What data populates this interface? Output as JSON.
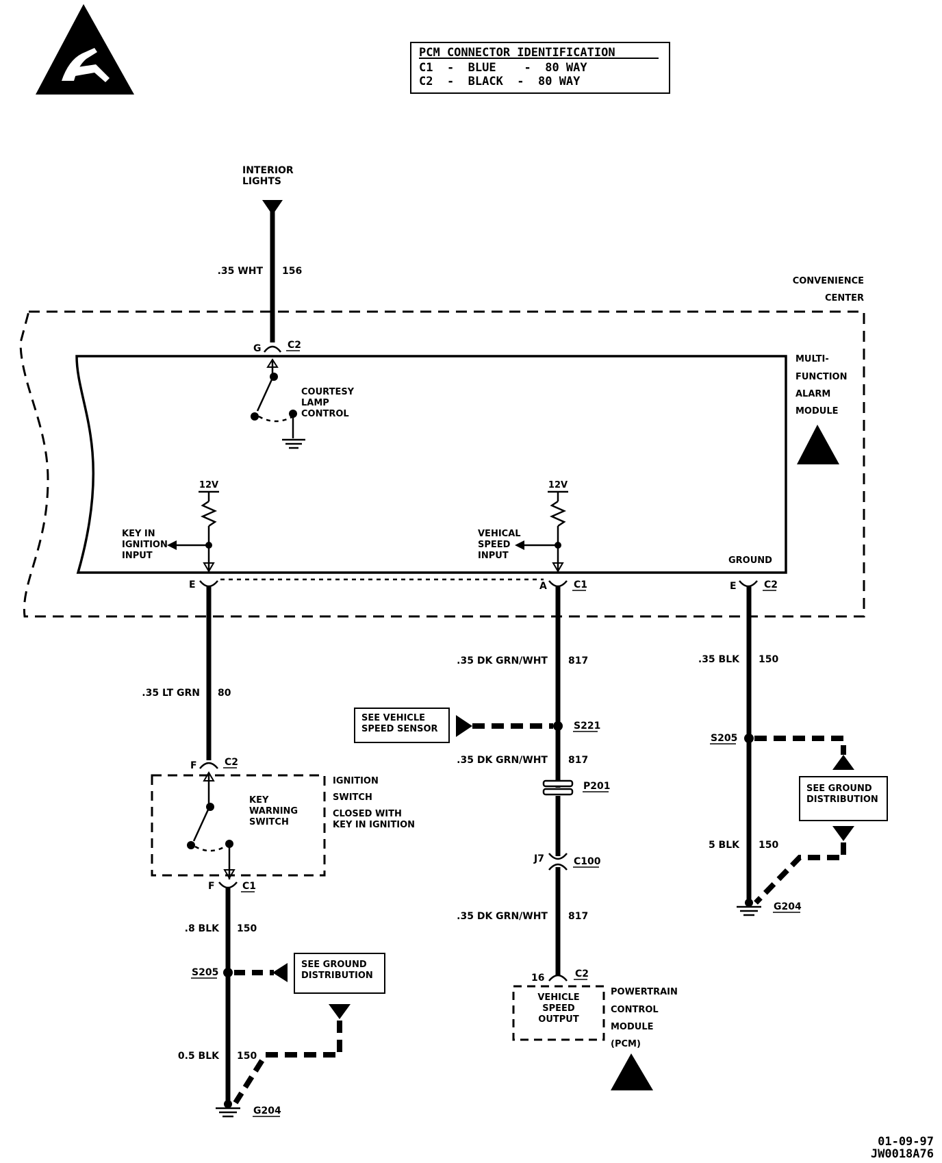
{
  "pcm_table": {
    "title": "PCM CONNECTOR IDENTIFICATION",
    "row1": "C1  -  BLUE    -  80 WAY",
    "row2": "C2  -  BLACK  -  80 WAY"
  },
  "top": {
    "interior_lights_1": "INTERIOR",
    "interior_lights_2": "LIGHTS",
    "wire_top_gauge": ".35 WHT",
    "wire_top_circuit": "156"
  },
  "convenience_center_1": "CONVENIENCE",
  "convenience_center_2": "CENTER",
  "module": {
    "name_1": "MULTI-",
    "name_2": "FUNCTION",
    "name_3": "ALARM",
    "name_4": "MODULE",
    "pin_g": "G",
    "conn_c2_top": "C2",
    "courtesy_1": "COURTESY",
    "courtesy_2": "LAMP",
    "courtesy_3": "CONTROL",
    "v12_left": "12V",
    "v12_mid": "12V",
    "key_in_1": "KEY IN",
    "key_in_2": "IGNITION",
    "key_in_3": "INPUT",
    "veh_1": "VEHICAL",
    "veh_2": "SPEED",
    "veh_3": "INPUT",
    "ground": "GROUND",
    "pin_e_left": "E",
    "pin_a": "A",
    "conn_c1_mid": "C1",
    "pin_e_right": "E",
    "conn_c2_right": "C2"
  },
  "left_branch": {
    "wire1_gauge": ".35 LT GRN",
    "wire1_circuit": "80",
    "pin_f_top": "F",
    "conn_c2": "C2",
    "key_warning_1": "KEY",
    "key_warning_2": "WARNING",
    "key_warning_3": "SWITCH",
    "ign_1": "IGNITION",
    "ign_2": "SWITCH",
    "ign_3": "CLOSED WITH",
    "ign_4": "KEY IN IGNITION",
    "pin_f_bottom": "F",
    "conn_c1": "C1",
    "wire2_gauge": ".8 BLK",
    "wire2_circuit": "150",
    "splice": "S205",
    "see_ground_1": "SEE GROUND",
    "see_ground_2": "DISTRIBUTION",
    "wire3_gauge": "0.5 BLK",
    "wire3_circuit": "150",
    "ground_label": "G204"
  },
  "mid_branch": {
    "wire1_gauge": ".35 DK GRN/WHT",
    "wire1_circuit": "817",
    "see_vss_1": "SEE VEHICLE",
    "see_vss_2": "SPEED SENSOR",
    "splice": "S221",
    "wire2_gauge": ".35 DK GRN/WHT",
    "wire2_circuit": "817",
    "p201": "P201",
    "pin_j7": "J7",
    "c100": "C100",
    "wire3_gauge": ".35 DK GRN/WHT",
    "wire3_circuit": "817",
    "pin_16": "16",
    "conn_c2": "C2",
    "vso_1": "VEHICLE",
    "vso_2": "SPEED",
    "vso_3": "OUTPUT",
    "pcm_1": "POWERTRAIN",
    "pcm_2": "CONTROL",
    "pcm_3": "MODULE",
    "pcm_4": "(PCM)"
  },
  "right_branch": {
    "wire1_gauge": ".35 BLK",
    "wire1_circuit": "150",
    "splice": "S205",
    "see_ground_1": "SEE GROUND",
    "see_ground_2": "DISTRIBUTION",
    "wire2_gauge": "5 BLK",
    "wire2_circuit": "150",
    "ground_label": "G204"
  },
  "footer": {
    "date": "01-09-97",
    "code": "JW0018A76"
  }
}
